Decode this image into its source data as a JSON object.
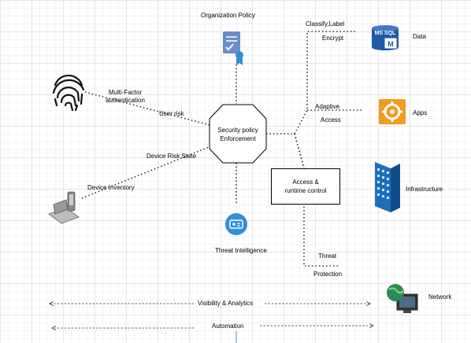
{
  "diagram": {
    "center_node": {
      "line1": "Security policy",
      "line2": "Enforcement"
    },
    "access_node": {
      "line1": "Access &",
      "line2": "runtime control"
    },
    "labels": {
      "organization_policy": "Organization Policy",
      "classify_label": "Classify,Label",
      "encrypt": "Encrypt",
      "adaptive": "Adaptive",
      "access": "Access",
      "multi_factor_1": "Multi-Factor",
      "multi_factor_2": "authentication",
      "user_risk": "User risk",
      "device_risk_state": "Device Risk State",
      "device_inventory": "Device Inventory",
      "threat_intelligence": "Threat Intelligence",
      "threat": "Threat",
      "protection": "Protection",
      "visibility_analytics": "Visibility & Analytics",
      "automation": "Automation"
    },
    "targets": {
      "data": "Data",
      "apps": "Apps",
      "infrastructure": "Infrastructure",
      "network": "Network"
    },
    "icons": {
      "sql": "MS SQL",
      "sql_sub": "M",
      "fingerprint": "fingerprint-icon",
      "policy": "policy-document-icon",
      "threat": "threat-intelligence-icon",
      "device": "device-icon",
      "apps": "gear-icon",
      "infra": "building-icon",
      "network": "globe-monitor-icon"
    },
    "colors": {
      "sql_blue": "#1e5aa6",
      "apps_orange": "#f29c1f",
      "infra_blue": "#1e6fb8",
      "threat_blue": "#2f8fd8"
    }
  }
}
